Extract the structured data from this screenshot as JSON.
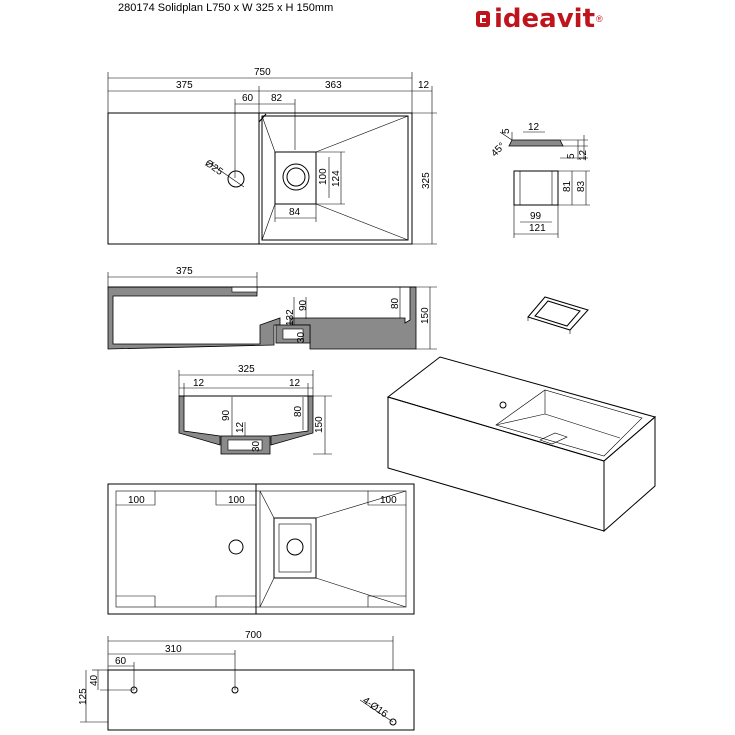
{
  "header": {
    "title": "280174 Solidplan L750 x W 325 x H 150mm",
    "brand": "ideavit",
    "brand_mark": "®"
  },
  "dims": {
    "top_750": "750",
    "top_375": "375",
    "top_363": "363",
    "top_12": "12",
    "top_60": "60",
    "top_82": "82",
    "dia25": "Ø25",
    "d100": "100",
    "d124": "124",
    "d84": "84",
    "d325": "325",
    "detail_5a": "5",
    "detail_12": "12",
    "detail_45": "45°",
    "detail_5b": "5",
    "detail_12b": "12",
    "detail_81": "81",
    "detail_83": "83",
    "detail_99": "99",
    "detail_121": "121",
    "side_375": "375",
    "side_132": "132",
    "side_90": "90",
    "side_80": "80",
    "side_150": "150",
    "side_30": "30",
    "front_325": "325",
    "front_12a": "12",
    "front_12b": "12",
    "front_90": "90",
    "front_80": "80",
    "front_12c": "12",
    "front_150": "150",
    "front_30": "30",
    "plan_100a": "100",
    "plan_100b": "100",
    "plan_100c": "100",
    "bottom_700": "700",
    "bottom_310": "310",
    "bottom_60": "60",
    "bottom_40": "40",
    "bottom_125": "125",
    "bottom_holes": "4-Ø16"
  }
}
